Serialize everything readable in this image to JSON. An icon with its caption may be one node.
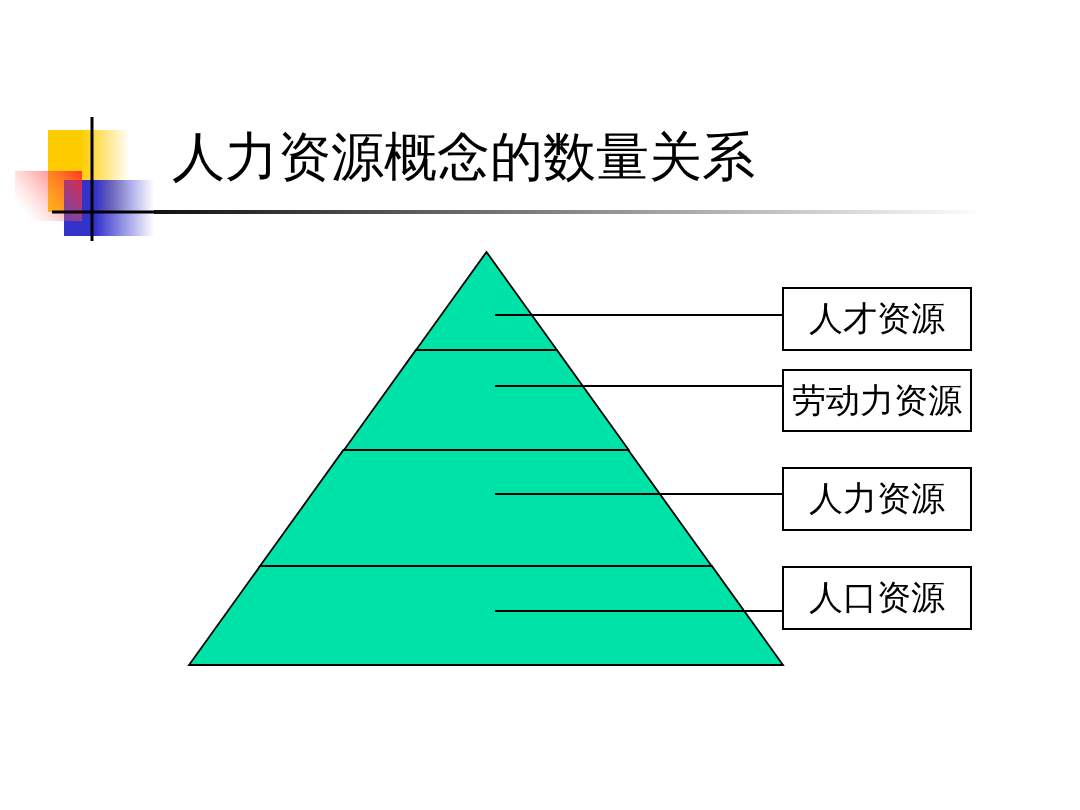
{
  "diagram": {
    "title": "人力资源概念的数量关系",
    "nodes": [
      {
        "text": [],
        "shape": "triangle"
      },
      {
        "text": [],
        "shape": "trapezoid"
      },
      {
        "text": [],
        "shape": "trapezoid"
      },
      {
        "text": [],
        "shape": "trapezoid"
      },
      {
        "text": [
          "人才资源"
        ]
      },
      {
        "text": [
          "劳动力资源"
        ]
      },
      {
        "text": [
          "人力资源"
        ]
      },
      {
        "text": [
          "人口资源"
        ]
      }
    ],
    "edges": [
      {
        "from": 4,
        "to": 0,
        "arrow": "none"
      },
      {
        "from": 5,
        "to": 1,
        "arrow": "none"
      },
      {
        "from": 6,
        "to": 2,
        "arrow": "none"
      },
      {
        "from": 7,
        "to": 3,
        "arrow": "none"
      }
    ]
  }
}
